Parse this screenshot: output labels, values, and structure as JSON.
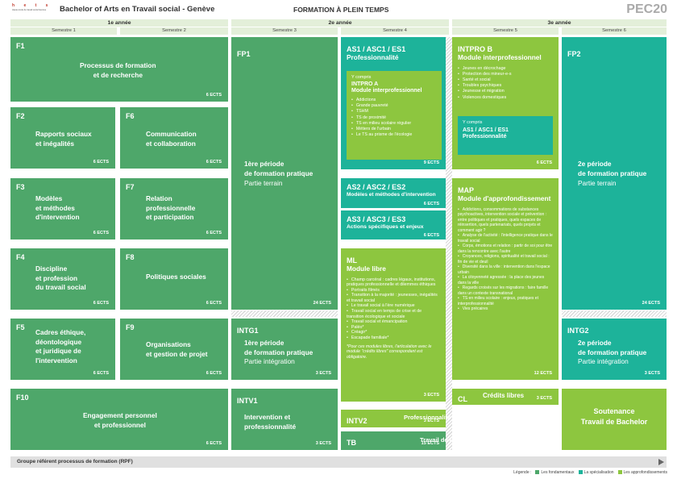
{
  "header": {
    "org": "h e t s",
    "org_sub": "Haute école de travail social Genève",
    "title": "Bachelor of Arts en Travail social - Genève",
    "center": "FORMATION À PLEIN TEMPS",
    "code": "PEC20"
  },
  "years": [
    "1e année",
    "2e année",
    "3e année"
  ],
  "semesters": [
    "Semestre 1",
    "Semestre 2",
    "Semestre 3",
    "Semestre 4",
    "Semestre 5",
    "Semestre 6"
  ],
  "modules": {
    "f1": {
      "code": "F1",
      "title": "Processus de formation\net de recherche",
      "ects": "6 ECTS"
    },
    "f2": {
      "code": "F2",
      "title": "Rapports sociaux\net inégalités",
      "ects": "6 ECTS"
    },
    "f6": {
      "code": "F6",
      "title": "Communication\net collaboration",
      "ects": "6 ECTS"
    },
    "f3": {
      "code": "F3",
      "title": "Modèles\net méthodes\nd'intervention",
      "ects": "6 ECTS"
    },
    "f7": {
      "code": "F7",
      "title": "Relation\nprofessionnelle\net participation",
      "ects": "6 ECTS"
    },
    "f4": {
      "code": "F4",
      "title": "Discipline\net profession\ndu travail social",
      "ects": "6 ECTS"
    },
    "f8": {
      "code": "F8",
      "title": "Politiques sociales",
      "ects": "6 ECTS"
    },
    "f5": {
      "code": "F5",
      "title": "Cadres éthique,\ndéontologique\net juridique de\nl'intervention",
      "ects": "6 ECTS"
    },
    "f9": {
      "code": "F9",
      "title": "Organisations\net gestion de projet",
      "ects": "6 ECTS"
    },
    "f10": {
      "code": "F10",
      "title": "Engagement personnel\net professionnel",
      "ects": "6 ECTS"
    },
    "fp1": {
      "code": "FP1",
      "title": "1ère période\nde formation pratique",
      "sub": "Partie terrain",
      "ects": "24 ECTS"
    },
    "intg1": {
      "code": "INTG1",
      "title": "1ère période\nde formation pratique",
      "sub": "Partie intégration",
      "ects": "3 ECTS"
    },
    "intv1": {
      "code": "INTV1",
      "title": "Intervention et\nprofessionnalité",
      "ects": "3 ECTS"
    },
    "as1": {
      "code": "AS1 / ASC1 / ES1",
      "title": "Professionnalité",
      "ects": "9 ECTS",
      "inner_pre": "Y compris",
      "inner_code": "INTPRO A",
      "inner_title": "Module interprofessionnel",
      "items": [
        "Addictions",
        "Grande pauvreté",
        "TSHM",
        "TS de proximité",
        "TS en milieu scolaire régulier",
        "Métiers de l'urbain",
        "Le TS au prisme de l'écologie"
      ]
    },
    "as2": {
      "code": "AS2 / ASC2 / ES2",
      "title": "Modèles et méthodes d'intervention",
      "ects": "6 ECTS"
    },
    "as3": {
      "code": "AS3 / ASC3 / ES3",
      "title": "Actions spécifiques et enjeux",
      "ects": "6 ECTS"
    },
    "ml": {
      "code": "ML",
      "title": "Module libre",
      "ects": "3 ECTS",
      "items": [
        "Champ carcéral : cadres légaux, institutions, pratiques professionnelle et dilemmes éthiques",
        "Portraits filmés",
        "Transition à la majorité : jeunesses, inégalités et travail social",
        "Le travail social à l'ère numérique",
        "Travail social en temps de crise et de transition écologique et sociale",
        "Travail social et émancipation",
        "Paléo*",
        "Créagir*",
        "Escapade familiale*"
      ],
      "note": "*Pour ces modules libres, l'articulation avec le module \"crédits libres\" correspondant est obligatoire."
    },
    "intv2": {
      "code": "INTV2",
      "title": "Professionnalité et recherche",
      "ects": "3 ECTS"
    },
    "tb": {
      "code": "TB",
      "title": "Travail de Bachelor",
      "ects": "15 ECTS"
    },
    "intprob": {
      "code": "INTPRO B",
      "title": "Module interprofessionnel",
      "ects": "6 ECTS",
      "items": [
        "Jeunes en décrochage",
        "Protection des mineur-e-s",
        "Santé et social",
        "Troubles psychiques",
        "Jeunesse et migration",
        "Violences domestiques"
      ],
      "inner_pre": "Y compris",
      "inner_code": "AS1 / ASC1 / ES1",
      "inner_title": "Professionnalité"
    },
    "map": {
      "code": "MAP",
      "title": "Module d'approfondissement",
      "ects": "12 ECTS",
      "items": [
        "Addictions, consommations de substances psychoactives, intervention sociale et prévention : entre politiques et pratiques, quels espaces de réinsertion, quels partenariats, quels projets et comment agir ?",
        "Analyse de l'activité : l'intelligence pratique dans le travail social",
        "Corps, émotions et relation : partir de soi pour être dans la rencontre avec l'autre",
        "Croyances, religions, spiritualité et travail social : fin de vie et deuil",
        "Diversité dans la ville : intervention dans l'espace urbain",
        "La citoyenneté agressée : la place des jeunes dans la ville",
        "Regards croisés sur les migrations : faire famille dans un contexte transnational",
        "TS en milieu scolaire : enjeux, pratiques et interprofessionnalité",
        "Vies précaires"
      ]
    },
    "cl": {
      "code": "CL",
      "title": "Crédits libres",
      "ects": "3 ECTS"
    },
    "fp2": {
      "code": "FP2",
      "title": "2e période\nde formation pratique",
      "sub": "Partie terrain",
      "ects": "24 ECTS"
    },
    "intg2": {
      "code": "INTG2",
      "title": "2e période\nde formation pratique",
      "sub": "Partie intégration",
      "ects": "3 ECTS"
    },
    "soutenance": {
      "title": "Soutenance\nTravail de Bachelor"
    }
  },
  "bottom_bar": "Groupe référent processus de formation (RPF)",
  "legend": {
    "label": "Légende :",
    "items": [
      {
        "text": "Les fondamentaux",
        "color": "#4ea76a"
      },
      {
        "text": "La spécialisation",
        "color": "#1db39a"
      },
      {
        "text": "Les approfondissements",
        "color": "#8dc63f"
      }
    ]
  }
}
